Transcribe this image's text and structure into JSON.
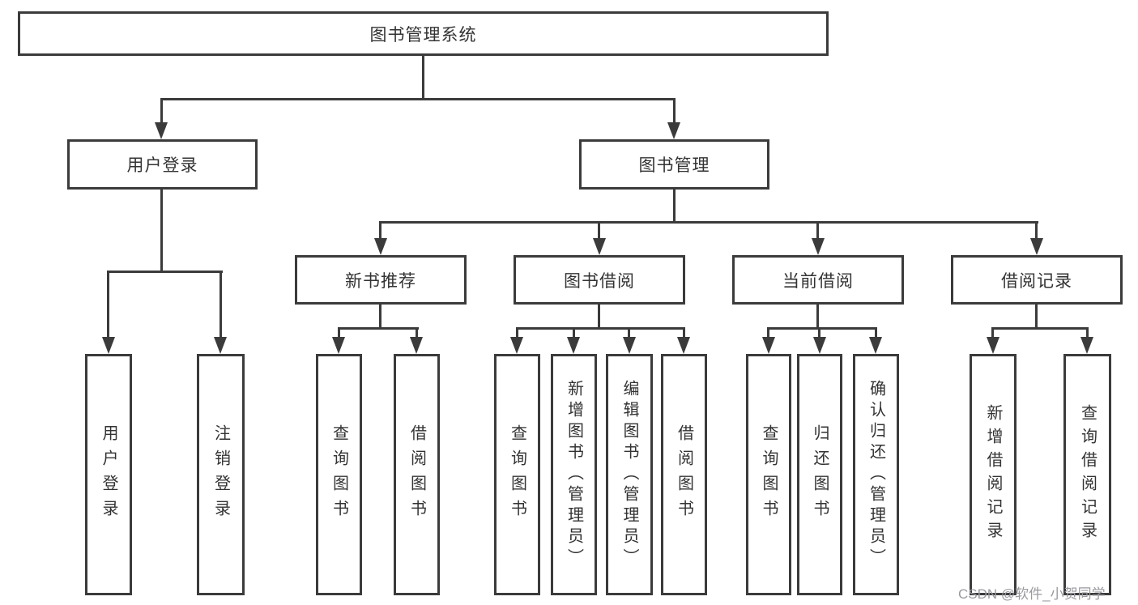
{
  "diagram": {
    "root": "图书管理系统",
    "level2": {
      "login": "用户登录",
      "management": "图书管理"
    },
    "level3": {
      "recommend": "新书推荐",
      "borrow": "图书借阅",
      "current": "当前借阅",
      "records": "借阅记录"
    },
    "leaves": {
      "login": [
        "用户登录",
        "注销登录"
      ],
      "recommend": [
        "查询图书",
        "借阅图书"
      ],
      "borrow": [
        "查询图书",
        "新增图书（管理员）",
        "编辑图书（管理员）",
        "借阅图书"
      ],
      "current": [
        "查询图书",
        "归还图书",
        "确认归还（管理员）"
      ],
      "records": [
        "新增借阅记录",
        "查询借阅记录"
      ]
    }
  },
  "watermark": "CSDN @软件_小贺同学",
  "colors": {
    "line": "#3b3b3b",
    "text": "#333333",
    "watermark": "#9a9aa0",
    "background": "#ffffff"
  }
}
